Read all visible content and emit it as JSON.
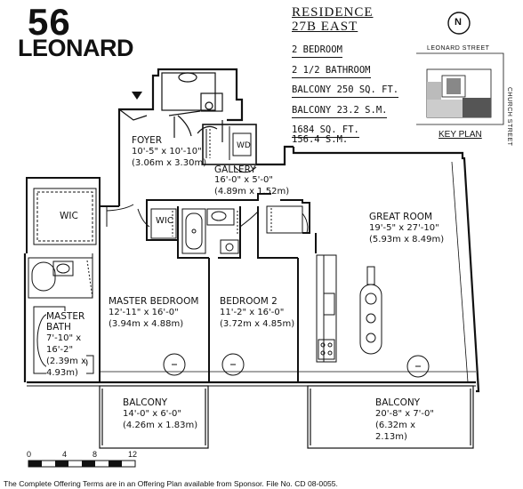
{
  "brand": {
    "number": "56",
    "name": "LEONARD"
  },
  "residence": {
    "line1": "RESIDENCE",
    "line2": "27B EAST"
  },
  "specs": [
    "2 BEDROOM",
    "2 1/2 BATHROOM",
    "BALCONY 250 SQ. FT.",
    "BALCONY 23.2 S.M.",
    "1684 SQ. FT.",
    "156.4 S.M."
  ],
  "key_plan": {
    "north_label": "N",
    "street_top": "LEONARD STREET",
    "street_side": "CHURCH STREET",
    "label": "KEY PLAN"
  },
  "rooms": {
    "foyer": {
      "name": "FOYER",
      "dims": "10'-5\" x 10'-10\"\n(3.06m x 3.30m)"
    },
    "wd": {
      "name": "WD"
    },
    "gallery": {
      "name": "GALLERY",
      "dims": "16'-0\" x 5'-0\"\n(4.89m x 1.52m)"
    },
    "wic1": {
      "name": "WIC"
    },
    "wic2": {
      "name": "WIC"
    },
    "great_room": {
      "name": "GREAT ROOM",
      "dims": "19'-5\" x 27'-10\"\n(5.93m x 8.49m)"
    },
    "master_bedroom": {
      "name": "MASTER BEDROOM",
      "dims": "12'-11\" x 16'-0\"\n(3.94m x 4.88m)"
    },
    "bedroom2": {
      "name": "BEDROOM 2",
      "dims": "11'-2\" x 16'-0\"\n(3.72m x 4.85m)"
    },
    "master_bath": {
      "name": "MASTER\nBATH",
      "dims": "7'-10\" x\n16'-2\"\n(2.39m x\n4.93m)"
    },
    "balcony1": {
      "name": "BALCONY",
      "dims": "14'-0\" x 6'-0\"\n(4.26m x 1.83m)"
    },
    "balcony2": {
      "name": "BALCONY",
      "dims": "20'-8\" x 7'-0\"\n(6.32m x\n2.13m)"
    }
  },
  "scale": {
    "labels": [
      "0",
      "4",
      "8",
      "12"
    ]
  },
  "footer": "The Complete Offering Terms are in an Offering Plan available from Sponsor. File No. CD 08-0055."
}
